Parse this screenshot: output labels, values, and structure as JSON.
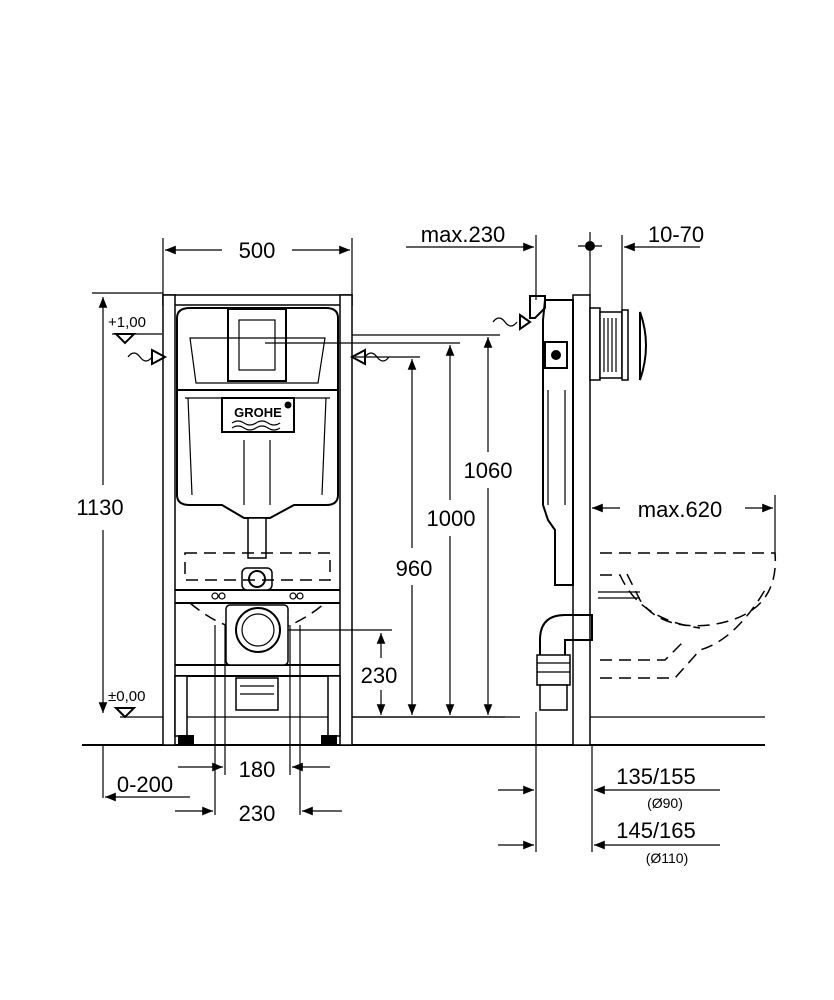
{
  "front_view": {
    "width_label": "500",
    "height_label": "1130",
    "level_top_label": "+1,00",
    "level_floor_label": "±0,00",
    "brand_label": "GROHE",
    "adjust_label": "0-200",
    "outlet_spacing_label": "180",
    "bolt_spacing_label": "230",
    "outlet_height_label": "230",
    "inlet_height_label": "960",
    "plate_height_label": "1000",
    "frame_total_label": "1060"
  },
  "side_view": {
    "depth_label": "max.230",
    "plate_label": "10-70",
    "bowl_label": "max.620",
    "pipe90_label": "135/155",
    "pipe90_sub": "(Ø90)",
    "pipe110_label": "145/165",
    "pipe110_sub": "(Ø110)"
  },
  "colors": {
    "line": "#000000",
    "background": "#ffffff"
  }
}
